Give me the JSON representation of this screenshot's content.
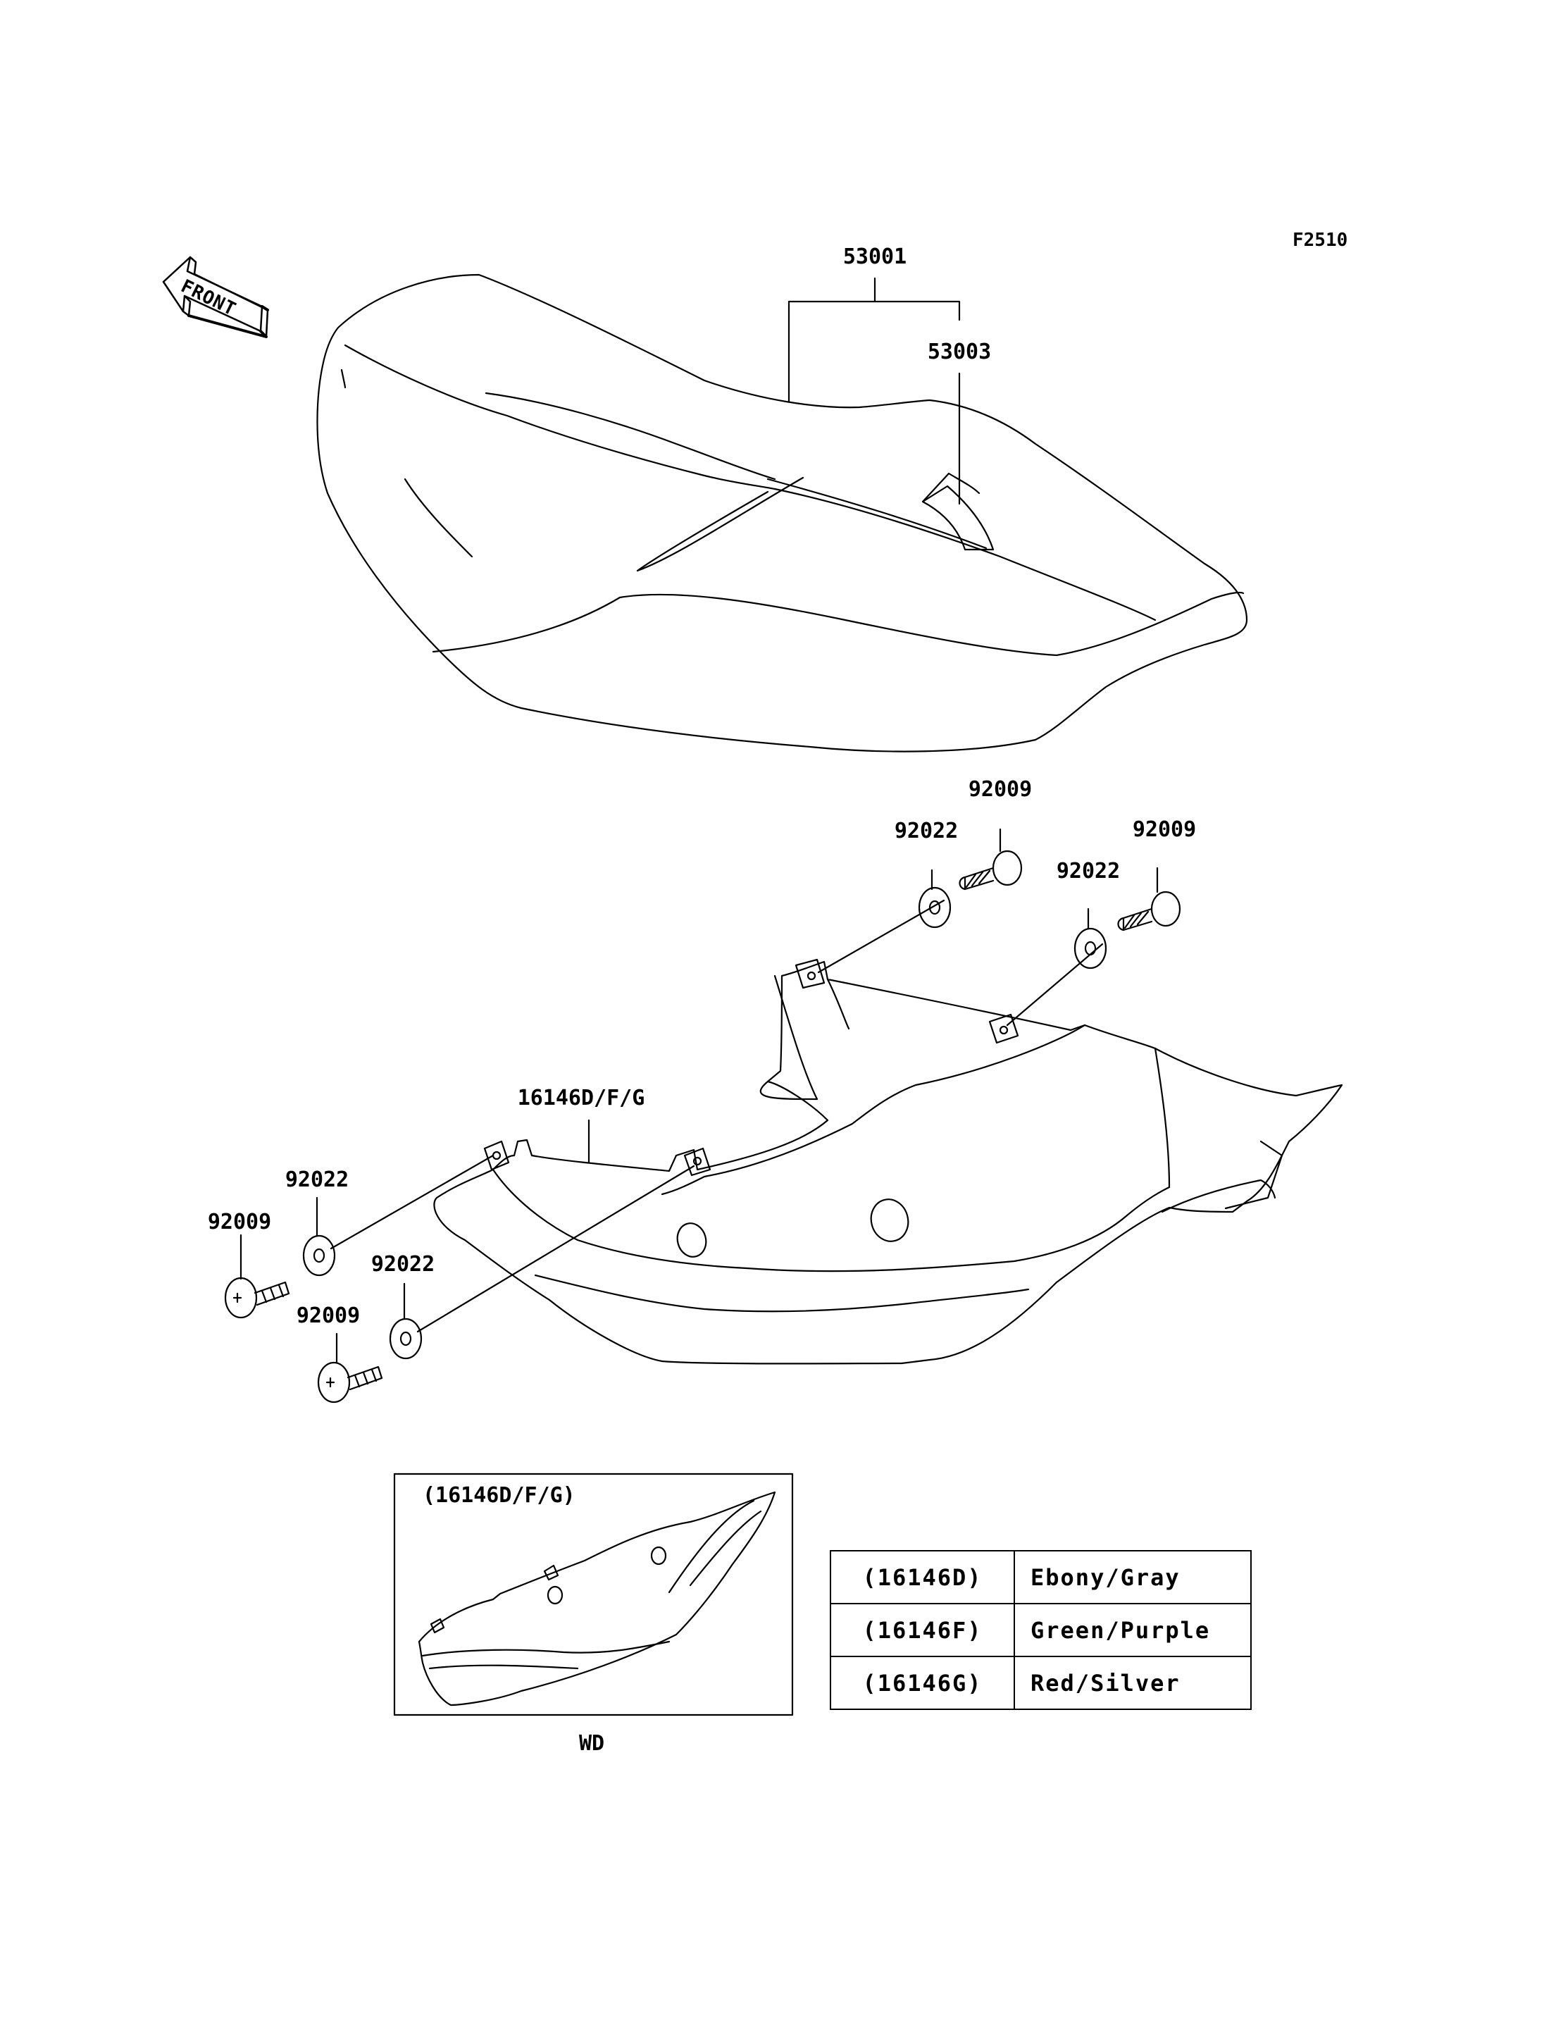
{
  "figure_code": "F2510",
  "front_label": "FRONT",
  "callouts": {
    "seat_assy": "53001",
    "seat_cover": "53003",
    "side_cover": "16146D/F/G",
    "bolt_top_left": "92009",
    "washer_top_left": "92022",
    "bolt_top_right": "92009",
    "washer_top_right": "92022",
    "washer_bottom_left_upper": "92022",
    "bolt_bottom_left_upper": "92009",
    "washer_bottom_left_lower": "92022",
    "bolt_bottom_left_lower": "92009"
  },
  "inset": {
    "title": "(16146D/F/G)",
    "caption": "WD"
  },
  "color_table": [
    {
      "code": "(16146D)",
      "color": "Ebony/Gray"
    },
    {
      "code": "(16146F)",
      "color": "Green/Purple"
    },
    {
      "code": "(16146G)",
      "color": "Red/Silver"
    }
  ]
}
